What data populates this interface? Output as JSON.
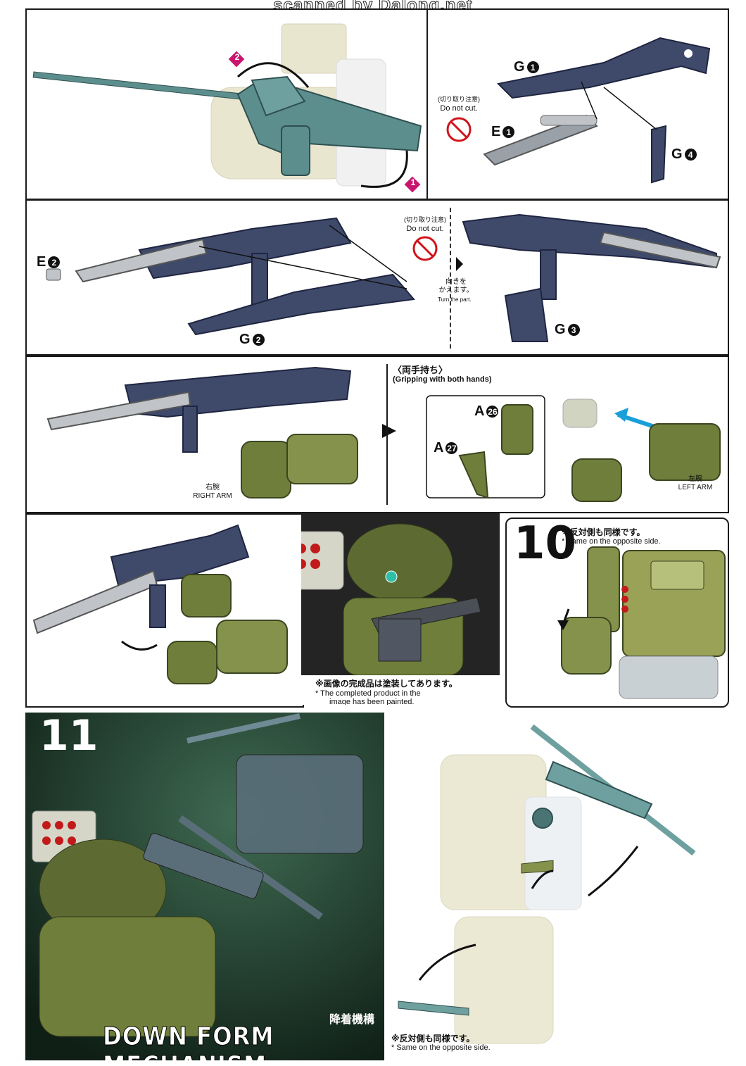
{
  "header": {
    "scan_credit": "scanned by Dalong.net"
  },
  "panel1": {
    "arrow1_num": "1",
    "arrow2_num": "2"
  },
  "panel2": {
    "g1_label": "G",
    "g1_num": "1",
    "e1_label": "E",
    "e1_num": "1",
    "g4_label": "G",
    "g4_num": "4",
    "caution_jp": "(切り取り注意)",
    "caution_en": "Do not cut."
  },
  "panel3": {
    "e2_label": "E",
    "e2_num": "2",
    "g2_label": "G",
    "g2_num": "2",
    "g3_label": "G",
    "g3_num": "3",
    "caution_jp": "(切り取り注意)",
    "caution_en": "Do not cut.",
    "turn_jp_1": "向きを",
    "turn_jp_2": "かえます。",
    "turn_en": "Turn the part."
  },
  "panel4": {
    "right_arm_jp": "右腕",
    "right_arm_en": "RIGHT ARM",
    "grip_title_jp": "〈両手持ち〉",
    "grip_title_en": "(Gripping with both hands)",
    "a26_label": "A",
    "a26_num": "26",
    "a27_label": "A",
    "a27_num": "27",
    "left_arm_jp": "左腕",
    "left_arm_en": "LEFT ARM"
  },
  "panel5": {
    "painted_note_jp": "※画像の完成品は塗装してあります。",
    "painted_note_en_1": "* The completed product in the",
    "painted_note_en_2": "image has been painted."
  },
  "step10": {
    "number": "10",
    "note_jp": "※反対側も同様です。",
    "note_en": "* Same on the opposite side."
  },
  "step11": {
    "number": "11",
    "mechanism_jp": "降着機構",
    "mechanism_en": "DOWN FORM MECHANISM",
    "note_jp": "※反対側も同様です。",
    "note_en": "* Same on the opposite side."
  },
  "colors": {
    "gun_navy": "#3f4a6b",
    "gun_steel": "#5d8e8e",
    "armor_green": "#6f7e3a",
    "armor_dark": "#4d5a2a",
    "accent_pink": "#c8166e",
    "accent_blue": "#1aa0d8",
    "bg_green": "#1f3a2a",
    "ghost_tan": "#d8d2a8"
  }
}
